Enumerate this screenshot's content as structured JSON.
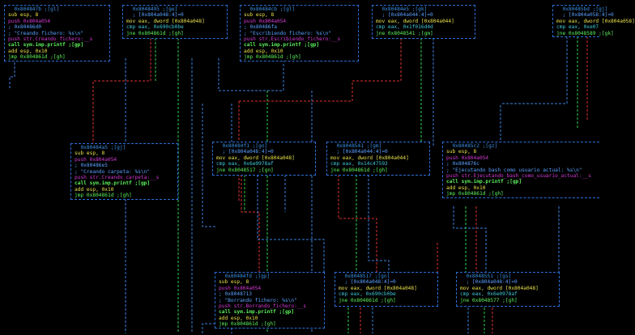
{
  "colors": {
    "background": "#000000",
    "border": "#2b6fd6",
    "edge_true": "#2fcf4f",
    "edge_false": "#e03030",
    "edge_uncond": "#3a82e0"
  },
  "nodes": [
    {
      "id": "n1",
      "lines": [
        {
          "t": "  0x804847b ;[gl]",
          "c": "addr"
        },
        {
          "t": "sub esp, 8",
          "c": "mn"
        },
        {
          "t": "push 0x804a054",
          "c": "push"
        },
        {
          "t": "; 0x80486d0",
          "c": "cmt"
        },
        {
          "t": "; \"Creando fichero: %s\\n\"",
          "c": "cmt"
        },
        {
          "t": "push str.Creando_fichero:__s",
          "c": "push"
        },
        {
          "t": "call sym.imp.printf ;[gp]",
          "c": "call"
        },
        {
          "t": "add esp, 0x10",
          "c": "mn"
        },
        {
          "t": "jmp 0x804861d ;[gh]",
          "c": "jmp"
        }
      ]
    },
    {
      "id": "n2",
      "lines": [
        {
          "t": "  0x8048495 ;[ge]",
          "c": "addr"
        },
        {
          "t": "  ; [0x804a048:4]=0",
          "c": "cmt"
        },
        {
          "t": "mov eax, dword [0x804a048]",
          "c": "mn"
        },
        {
          "t": "cmp eax, 0x690cb0be",
          "c": "cmp"
        },
        {
          "t": "jne 0x804861d ;[gh]",
          "c": "jmp"
        }
      ]
    },
    {
      "id": "n3",
      "lines": [
        {
          "t": "  0x80484cb ;[gl]",
          "c": "addr"
        },
        {
          "t": "sub esp, 8",
          "c": "mn"
        },
        {
          "t": "push 0x804a054",
          "c": "push"
        },
        {
          "t": "; 0x80486fa",
          "c": "cmt"
        },
        {
          "t": "; \"Escribiendo fichero: %s\\n\"",
          "c": "cmt"
        },
        {
          "t": "push str.Escribiendo_fichero:__s",
          "c": "push"
        },
        {
          "t": "call sym.imp.printf ;[gp]",
          "c": "call"
        },
        {
          "t": "add esp, 0x10",
          "c": "mn"
        },
        {
          "t": "jmp 0x804861d ;[gh]",
          "c": "jmp"
        }
      ]
    },
    {
      "id": "n4",
      "lines": [
        {
          "t": "  0x80484e5 ;[gk]",
          "c": "addr"
        },
        {
          "t": "  ; [0x804a044:4]=0",
          "c": "cmt"
        },
        {
          "t": "mov eax, dword [0x804a044]",
          "c": "mn"
        },
        {
          "t": "cmp eax, 0x1f016d4d",
          "c": "cmp"
        },
        {
          "t": "jne 0x8048541 ;[gm]",
          "c": "jmp"
        }
      ]
    },
    {
      "id": "n5",
      "lines": [
        {
          "t": "  0x80485bd ;[gj]",
          "c": "addr"
        },
        {
          "t": "  ; [0x804a058:4]=0",
          "c": "cmt"
        },
        {
          "t": "mov eax, dword [0x804a058]",
          "c": "mn"
        },
        {
          "t": "cmp eax, 0xe07",
          "c": "cmp"
        },
        {
          "t": "jne 0x8048589 ;[gk]",
          "c": "jmp"
        }
      ]
    },
    {
      "id": "n6",
      "lines": [
        {
          "t": "  0x80484a5 ;[gj]",
          "c": "addr"
        },
        {
          "t": "sub esp, 8",
          "c": "mn"
        },
        {
          "t": "push 0x804a054",
          "c": "push"
        },
        {
          "t": "; 0x80486e5",
          "c": "cmt"
        },
        {
          "t": "; \"Creando carpeta: %s\\n\"",
          "c": "cmt"
        },
        {
          "t": "push str.Creando_carpeta:__s",
          "c": "push"
        },
        {
          "t": "call sym.imp.printf ;[gp]",
          "c": "call"
        },
        {
          "t": "add esp, 0x10",
          "c": "mn"
        },
        {
          "t": "jmp 0x804861d ;[gh]",
          "c": "jmp"
        }
      ]
    },
    {
      "id": "n7",
      "lines": [
        {
          "t": "  0x80484f1 ;[go]",
          "c": "addr"
        },
        {
          "t": "  ; [0x804a048:4]=0",
          "c": "cmt"
        },
        {
          "t": "mov eax, dword [0x804a048]",
          "c": "mn"
        },
        {
          "t": "cmp eax, 0x6e0978af",
          "c": "cmp"
        },
        {
          "t": "jne 0x8048517 ;[gn]",
          "c": "jmp"
        }
      ]
    },
    {
      "id": "n8",
      "lines": [
        {
          "t": "  0x8048541 ;[gm]",
          "c": "addr"
        },
        {
          "t": "  ; [0x804a044:4]=0",
          "c": "cmt"
        },
        {
          "t": "mov eax, dword [0x804a044]",
          "c": "mn"
        },
        {
          "t": "cmp eax, 0x14c47592",
          "c": "cmp"
        },
        {
          "t": "jne 0x804861d ;[gh]",
          "c": "jmp"
        }
      ]
    },
    {
      "id": "n9",
      "lines": [
        {
          "t": "  0x80485c2 ;[gz]",
          "c": "addr"
        },
        {
          "t": "sub esp, 8",
          "c": "mn"
        },
        {
          "t": "push 0x804a054",
          "c": "push"
        },
        {
          "t": "; 0x804876c",
          "c": "cmt"
        },
        {
          "t": "; \"Ejecutando bash como usuario actual: %s\\n\"",
          "c": "cmt"
        },
        {
          "t": "push str.Ejecutando_bash_como_usuario_actual:__s",
          "c": "push"
        },
        {
          "t": "call sym.imp.printf ;[gp]",
          "c": "call"
        },
        {
          "t": "add esp, 0x10",
          "c": "mn"
        },
        {
          "t": "jmp 0x804861d ;[gh]",
          "c": "jmp"
        }
      ]
    },
    {
      "id": "n10",
      "lines": [
        {
          "t": "  0x80484fd ;[gp]",
          "c": "addr"
        },
        {
          "t": "sub esp, 8",
          "c": "mn"
        },
        {
          "t": "push 0x804a054",
          "c": "push"
        },
        {
          "t": "; 0x8048713",
          "c": "cmt"
        },
        {
          "t": "; \"Borrando fichero: %s\\n\"",
          "c": "cmt"
        },
        {
          "t": "push str.Borrando_fichero:__s",
          "c": "push"
        },
        {
          "t": "call sym.imp.printf ;[gp]",
          "c": "call"
        },
        {
          "t": "add esp, 0x10",
          "c": "mn"
        },
        {
          "t": "jmp 0x804861d ;[gh]",
          "c": "jmp"
        }
      ]
    },
    {
      "id": "n11",
      "lines": [
        {
          "t": "  0x8048517 ;[gn]",
          "c": "addr"
        },
        {
          "t": "  ; [0x804a048:4]=0",
          "c": "cmt"
        },
        {
          "t": "mov eax, dword [0x804a048]",
          "c": "mn"
        },
        {
          "t": "cmp eax, 0x690cb0be",
          "c": "cmp"
        },
        {
          "t": "jne 0x804861d ;[gh]",
          "c": "jmp"
        }
      ]
    },
    {
      "id": "n12",
      "lines": [
        {
          "t": "  0x8048551 ;[gs]",
          "c": "addr"
        },
        {
          "t": "  ; [0x804a048:4]=0",
          "c": "cmt"
        },
        {
          "t": "mov eax, dword [0x804a048]",
          "c": "mn"
        },
        {
          "t": "cmp eax, 0x6e0978af",
          "c": "cmp"
        },
        {
          "t": "jne 0x8048577 ;[gh]",
          "c": "jmp"
        }
      ]
    }
  ]
}
